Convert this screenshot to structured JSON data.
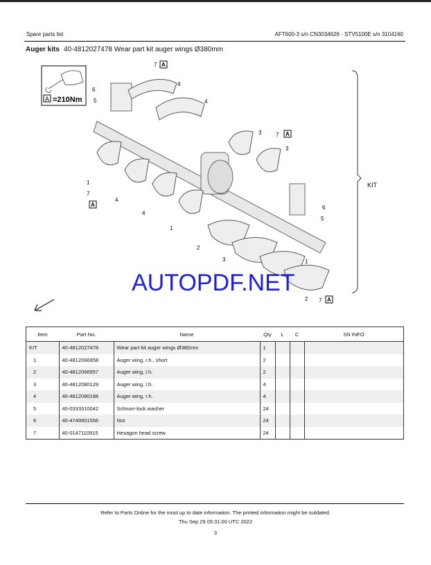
{
  "header": {
    "left": "Spare parts list",
    "right": "AFT600-3 s/n CN3034626 - STV5100E s/n 3104160"
  },
  "title": {
    "section": "Auger kits",
    "text": "40-4812027478 Wear part kit auger wings Ø380mm"
  },
  "diagram": {
    "torque_label": "=210Nm",
    "torque_ref": "A",
    "kit_label": "KIT",
    "callouts": [
      "7",
      "4",
      "6",
      "5",
      "4",
      "3",
      "7",
      "3",
      "1",
      "7",
      "4",
      "4",
      "1",
      "6",
      "5",
      "2",
      "3",
      "1",
      "2",
      "7"
    ],
    "ref": "A"
  },
  "watermark": "AUTOPDF.NET",
  "table": {
    "headers": [
      "Item",
      "Part No.",
      "Name",
      "Qty",
      "L",
      "C",
      "SN INFO"
    ],
    "rows": [
      [
        "KIT",
        "40-4812027478",
        "Wear part kit auger wings Ø380mm",
        "1"
      ],
      [
        "1",
        "40-4812066958",
        "Auger wing, r.h., short",
        "2"
      ],
      [
        "2",
        "40-4812066957",
        "Auger wing, l.h.",
        "2"
      ],
      [
        "3",
        "40-4812080129",
        "Auger wing, l.h.",
        "4"
      ],
      [
        "4",
        "40-4812080188",
        "Auger wing, r.h.",
        "4"
      ],
      [
        "5",
        "40-0333310042",
        "Schnorr-lock washer",
        "24"
      ],
      [
        "6",
        "40-4749901556",
        "Nut",
        "24"
      ],
      [
        "7",
        "40-0147110915",
        "Hexagon head screw",
        "24"
      ]
    ]
  },
  "footer": {
    "note": "Refer to Parts Online for the most up to date information. The printed information might be outdated.",
    "date": "Thu Sep 29 05:31:00 UTC 2022",
    "page": "3"
  }
}
